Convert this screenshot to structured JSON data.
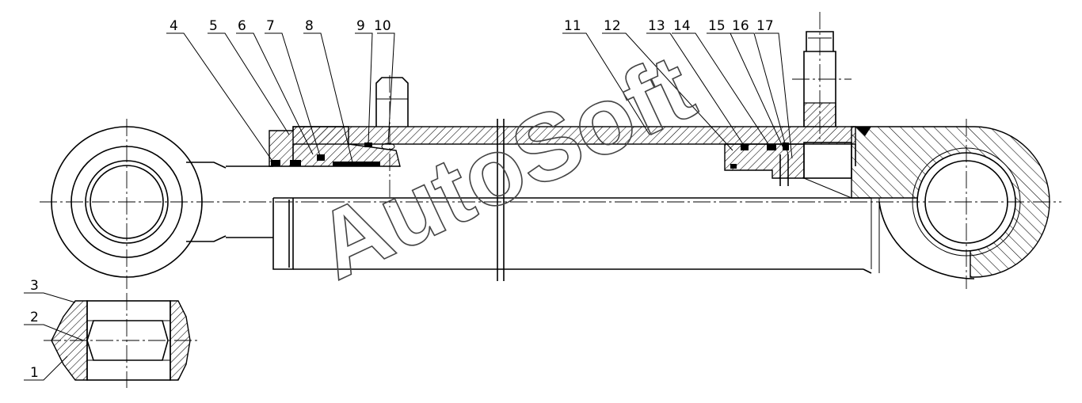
{
  "watermark": "AutoSoft",
  "part_labels": [
    "1",
    "2",
    "3",
    "4",
    "5",
    "6",
    "7",
    "8",
    "9",
    "10",
    "11",
    "12",
    "13",
    "14",
    "15",
    "16",
    "17"
  ]
}
